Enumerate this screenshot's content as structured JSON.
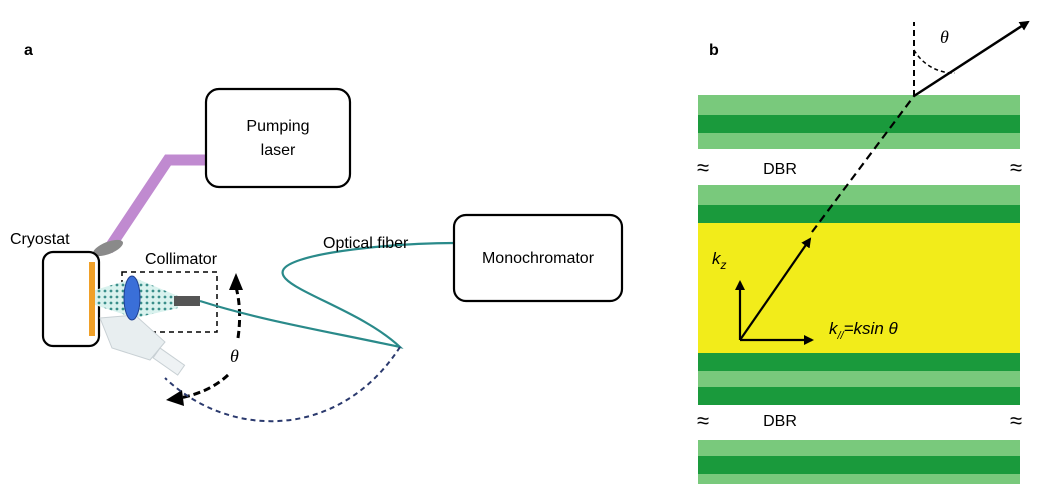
{
  "panel_a": {
    "letter": "a",
    "pumping_laser_line1": "Pumping",
    "pumping_laser_line2": "laser",
    "cryostat": "Cryostat",
    "collimator": "Collimator",
    "optical_fiber": "Optical fiber",
    "monochromator": "Monochromator",
    "theta": "θ"
  },
  "panel_b": {
    "letter": "b",
    "theta": "θ",
    "dbr_top": "DBR",
    "dbr_bottom": "DBR",
    "wavy_glyph": "≈",
    "kz_k": "k",
    "kz_sub": "z",
    "kpar_k": "k",
    "kpar_sub": "//",
    "kpar_rest": "=ksin θ"
  },
  "colors": {
    "dark_green": "#1a9a3c",
    "light_green": "#79c97c",
    "yellow": "#f2ec1a",
    "laser_purple": "#c08ad0",
    "fiber_teal": "#2a8a8a",
    "dashed_navy": "#2b3a6e",
    "sample_orange": "#f0a028",
    "lens_blue": "#3a6fd8"
  }
}
